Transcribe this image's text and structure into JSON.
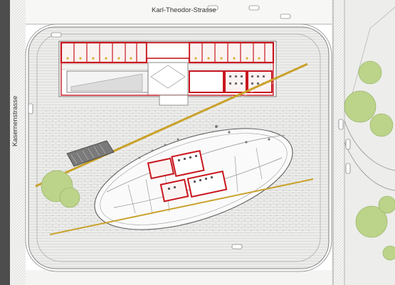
{
  "plan": {
    "streets": {
      "north": "Karl-Theodor-Strasse",
      "west": "Kasernenstrasse"
    },
    "colors": {
      "paper": "#ffffff",
      "ground": "#e9e9e6",
      "road": "#f6f6f4",
      "wall": "#c8161e",
      "rail": "#c9a22a",
      "tree": "#bcd38a",
      "ink": "#4a4a4a",
      "dark_edge": "#7d7d7d"
    },
    "icons": {
      "north_building": "rectangular-building-plan",
      "pavilion": "elliptical-pavilion-plan",
      "trees": "tree-canopy",
      "tram_line": "tram-track",
      "parking": "parking-ramp"
    }
  }
}
